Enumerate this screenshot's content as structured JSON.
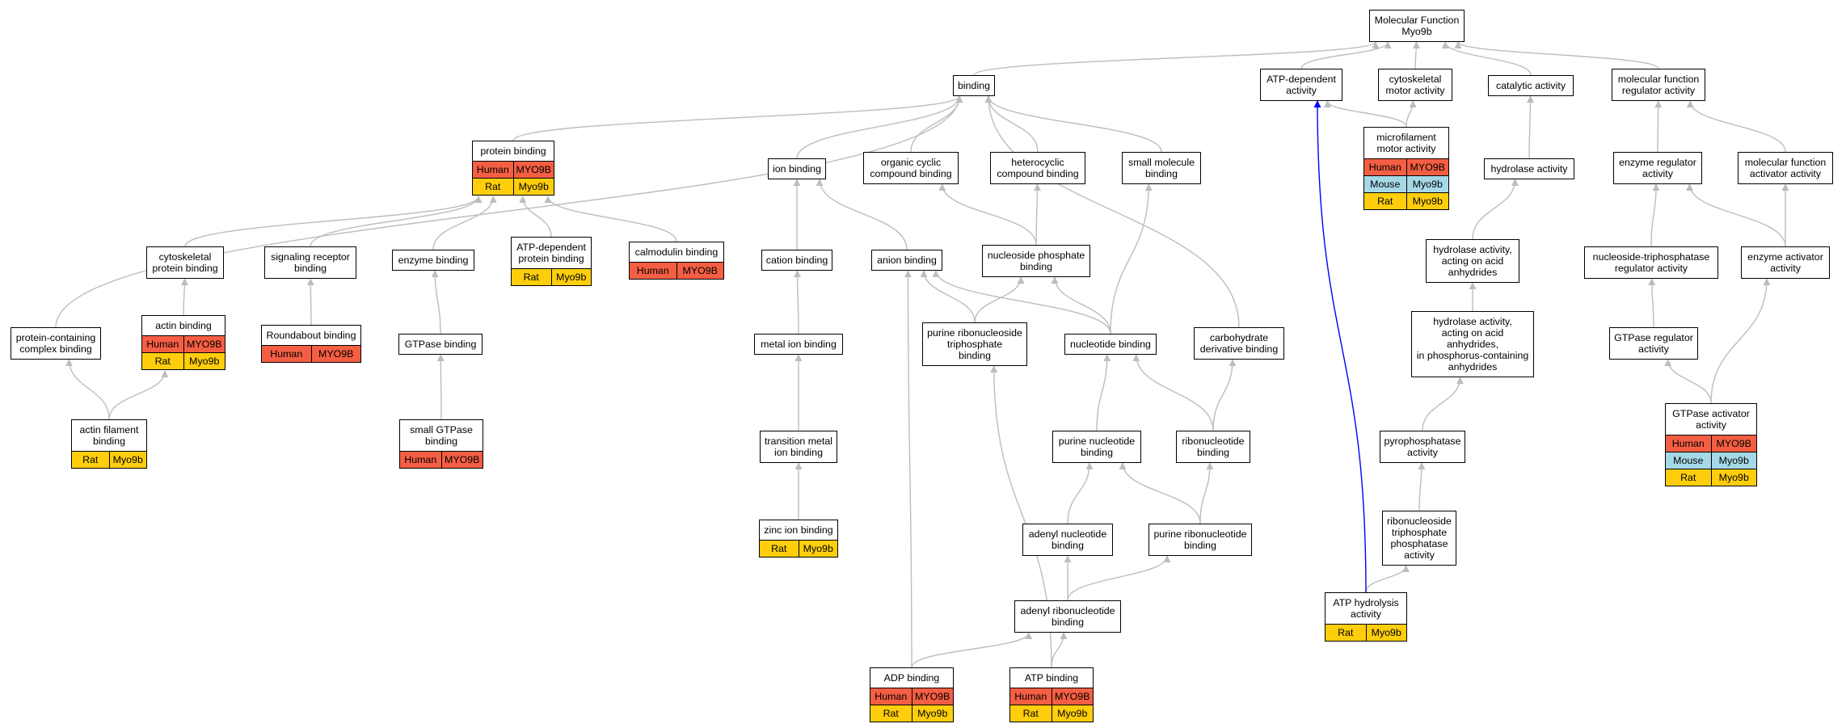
{
  "colors": {
    "Human": "#f45e43",
    "Mouse": "#a6d9e8",
    "Rat": "#fece0c",
    "edge": "#bdbdbd",
    "highlight": "#0000ff"
  },
  "nodes": [
    {
      "id": "mf",
      "label": "Molecular Function\nMyo9b",
      "orth": []
    },
    {
      "id": "binding",
      "label": "binding",
      "orth": []
    },
    {
      "id": "atpdep",
      "label": "ATP-dependent\nactivity",
      "orth": []
    },
    {
      "id": "cytomotor",
      "label": "cytoskeletal\nmotor activity",
      "orth": []
    },
    {
      "id": "catalytic",
      "label": "catalytic activity",
      "orth": []
    },
    {
      "id": "mfreg",
      "label": "molecular function\nregulator activity",
      "orth": []
    },
    {
      "id": "protbind",
      "label": "protein binding",
      "orth": [
        [
          "Human",
          "MYO9B"
        ],
        [
          "Rat",
          "Myo9b"
        ]
      ]
    },
    {
      "id": "ionbind",
      "label": "ion binding",
      "orth": []
    },
    {
      "id": "orgcyc",
      "label": "organic cyclic\ncompound binding",
      "orth": []
    },
    {
      "id": "hetcyc",
      "label": "heterocyclic\ncompound binding",
      "orth": []
    },
    {
      "id": "smallmol",
      "label": "small molecule\nbinding",
      "orth": []
    },
    {
      "id": "microfil",
      "label": "microfilament\nmotor activity",
      "orth": [
        [
          "Human",
          "MYO9B"
        ],
        [
          "Mouse",
          "Myo9b"
        ],
        [
          "Rat",
          "Myo9b"
        ]
      ]
    },
    {
      "id": "hydrolase",
      "label": "hydrolase activity",
      "orth": []
    },
    {
      "id": "enzreg",
      "label": "enzyme regulator\nactivity",
      "orth": []
    },
    {
      "id": "mfact",
      "label": "molecular function\nactivator activity",
      "orth": []
    },
    {
      "id": "cytoprot",
      "label": "cytoskeletal\nprotein binding",
      "orth": []
    },
    {
      "id": "sigrec",
      "label": "signaling receptor\nbinding",
      "orth": []
    },
    {
      "id": "enzbind",
      "label": "enzyme binding",
      "orth": []
    },
    {
      "id": "atpdepprot",
      "label": "ATP-dependent\nprotein binding",
      "orth": [
        [
          "Rat",
          "Myo9b"
        ]
      ]
    },
    {
      "id": "calmod",
      "label": "calmodulin binding",
      "orth": [
        [
          "Human",
          "MYO9B"
        ]
      ]
    },
    {
      "id": "cation",
      "label": "cation binding",
      "orth": []
    },
    {
      "id": "anion",
      "label": "anion binding",
      "orth": []
    },
    {
      "id": "nucphos",
      "label": "nucleoside phosphate\nbinding",
      "orth": []
    },
    {
      "id": "hydacid",
      "label": "hydrolase activity,\nacting on acid\nanhydrides",
      "orth": []
    },
    {
      "id": "ntpreg",
      "label": "nucleoside-triphosphatase\nregulator activity",
      "orth": []
    },
    {
      "id": "enzact",
      "label": "enzyme activator\nactivity",
      "orth": []
    },
    {
      "id": "protcomplex",
      "label": "protein-containing\ncomplex binding",
      "orth": []
    },
    {
      "id": "actin",
      "label": "actin binding",
      "orth": [
        [
          "Human",
          "MYO9B"
        ],
        [
          "Rat",
          "Myo9b"
        ]
      ]
    },
    {
      "id": "roundabout",
      "label": "Roundabout binding",
      "orth": [
        [
          "Human",
          "MYO9B"
        ]
      ]
    },
    {
      "id": "gtpasebind",
      "label": "GTPase binding",
      "orth": []
    },
    {
      "id": "metal",
      "label": "metal ion binding",
      "orth": []
    },
    {
      "id": "purribotp",
      "label": "purine ribonucleoside\ntriphosphate\nbinding",
      "orth": []
    },
    {
      "id": "nucleotide",
      "label": "nucleotide binding",
      "orth": []
    },
    {
      "id": "carbderiv",
      "label": "carbohydrate\nderivative binding",
      "orth": []
    },
    {
      "id": "hydphos",
      "label": "hydrolase activity,\nacting on acid\nanhydrides,\nin phosphorus-containing\nanhydrides",
      "orth": []
    },
    {
      "id": "gtpreg",
      "label": "GTPase regulator\nactivity",
      "orth": []
    },
    {
      "id": "actinfil",
      "label": "actin filament\nbinding",
      "orth": [
        [
          "Rat",
          "Myo9b"
        ]
      ]
    },
    {
      "id": "smallgtp",
      "label": "small GTPase\nbinding",
      "orth": [
        [
          "Human",
          "MYO9B"
        ]
      ]
    },
    {
      "id": "transmetal",
      "label": "transition metal\nion binding",
      "orth": []
    },
    {
      "id": "purnuc",
      "label": "purine nucleotide\nbinding",
      "orth": []
    },
    {
      "id": "ribonuc",
      "label": "ribonucleotide\nbinding",
      "orth": []
    },
    {
      "id": "pyrophos",
      "label": "pyrophosphatase\nactivity",
      "orth": []
    },
    {
      "id": "gtpact",
      "label": "GTPase activator\nactivity",
      "orth": [
        [
          "Human",
          "MYO9B"
        ],
        [
          "Mouse",
          "Myo9b"
        ],
        [
          "Rat",
          "Myo9b"
        ]
      ]
    },
    {
      "id": "zinc",
      "label": "zinc ion binding",
      "orth": [
        [
          "Rat",
          "Myo9b"
        ]
      ]
    },
    {
      "id": "adenylnuc",
      "label": "adenyl nucleotide\nbinding",
      "orth": []
    },
    {
      "id": "purribonuc",
      "label": "purine ribonucleotide\nbinding",
      "orth": []
    },
    {
      "id": "ribotpase",
      "label": "ribonucleoside\ntriphosphate\nphosphatase\nactivity",
      "orth": []
    },
    {
      "id": "adenylribo",
      "label": "adenyl ribonucleotide\nbinding",
      "orth": []
    },
    {
      "id": "atphydro",
      "label": "ATP hydrolysis\nactivity",
      "orth": [
        [
          "Rat",
          "Myo9b"
        ]
      ]
    },
    {
      "id": "adp",
      "label": "ADP binding",
      "orth": [
        [
          "Human",
          "MYO9B"
        ],
        [
          "Rat",
          "Myo9b"
        ]
      ]
    },
    {
      "id": "atp",
      "label": "ATP binding",
      "orth": [
        [
          "Human",
          "MYO9B"
        ],
        [
          "Rat",
          "Myo9b"
        ]
      ]
    }
  ],
  "edges": [
    [
      "binding",
      "mf"
    ],
    [
      "atpdep",
      "mf"
    ],
    [
      "cytomotor",
      "mf"
    ],
    [
      "catalytic",
      "mf"
    ],
    [
      "mfreg",
      "mf"
    ],
    [
      "protbind",
      "binding"
    ],
    [
      "ionbind",
      "binding"
    ],
    [
      "orgcyc",
      "binding"
    ],
    [
      "hetcyc",
      "binding"
    ],
    [
      "smallmol",
      "binding"
    ],
    [
      "protcomplex",
      "binding"
    ],
    [
      "carbderiv",
      "binding"
    ],
    [
      "microfil",
      "atpdep"
    ],
    [
      "microfil",
      "cytomotor"
    ],
    [
      "hydrolase",
      "catalytic"
    ],
    [
      "enzreg",
      "mfreg"
    ],
    [
      "mfact",
      "mfreg"
    ],
    [
      "cytoprot",
      "protbind"
    ],
    [
      "sigrec",
      "protbind"
    ],
    [
      "enzbind",
      "protbind"
    ],
    [
      "atpdepprot",
      "protbind"
    ],
    [
      "calmod",
      "protbind"
    ],
    [
      "cation",
      "ionbind"
    ],
    [
      "anion",
      "ionbind"
    ],
    [
      "nucphos",
      "orgcyc"
    ],
    [
      "nucphos",
      "hetcyc"
    ],
    [
      "hydacid",
      "hydrolase"
    ],
    [
      "ntpreg",
      "enzreg"
    ],
    [
      "enzact",
      "enzreg"
    ],
    [
      "enzact",
      "mfact"
    ],
    [
      "actin",
      "cytoprot"
    ],
    [
      "roundabout",
      "sigrec"
    ],
    [
      "gtpasebind",
      "enzbind"
    ],
    [
      "metal",
      "cation"
    ],
    [
      "purribotp",
      "anion"
    ],
    [
      "purribotp",
      "nucphos"
    ],
    [
      "nucleotide",
      "smallmol"
    ],
    [
      "nucleotide",
      "nucphos"
    ],
    [
      "nucleotide",
      "anion"
    ],
    [
      "hydphos",
      "hydacid"
    ],
    [
      "gtpreg",
      "ntpreg"
    ],
    [
      "actinfil",
      "protcomplex"
    ],
    [
      "actinfil",
      "actin"
    ],
    [
      "smallgtp",
      "gtpasebind"
    ],
    [
      "transmetal",
      "metal"
    ],
    [
      "purnuc",
      "nucleotide"
    ],
    [
      "ribonuc",
      "nucleotide"
    ],
    [
      "ribonuc",
      "carbderiv"
    ],
    [
      "pyrophos",
      "hydphos"
    ],
    [
      "gtpact",
      "gtpreg"
    ],
    [
      "gtpact",
      "enzact"
    ],
    [
      "zinc",
      "transmetal"
    ],
    [
      "adenylnuc",
      "purnuc"
    ],
    [
      "purribonuc",
      "purnuc"
    ],
    [
      "purribonuc",
      "ribonuc"
    ],
    [
      "ribotpase",
      "pyrophos"
    ],
    [
      "adenylribo",
      "adenylnuc"
    ],
    [
      "adenylribo",
      "purribonuc"
    ],
    [
      "atphydro",
      "ribotpase"
    ],
    [
      "adp",
      "adenylribo"
    ],
    [
      "adp",
      "anion"
    ],
    [
      "atp",
      "adenylribo"
    ],
    [
      "atp",
      "purribotp"
    ]
  ],
  "highlight_edges": [
    [
      "atphydro",
      "atpdep"
    ]
  ]
}
